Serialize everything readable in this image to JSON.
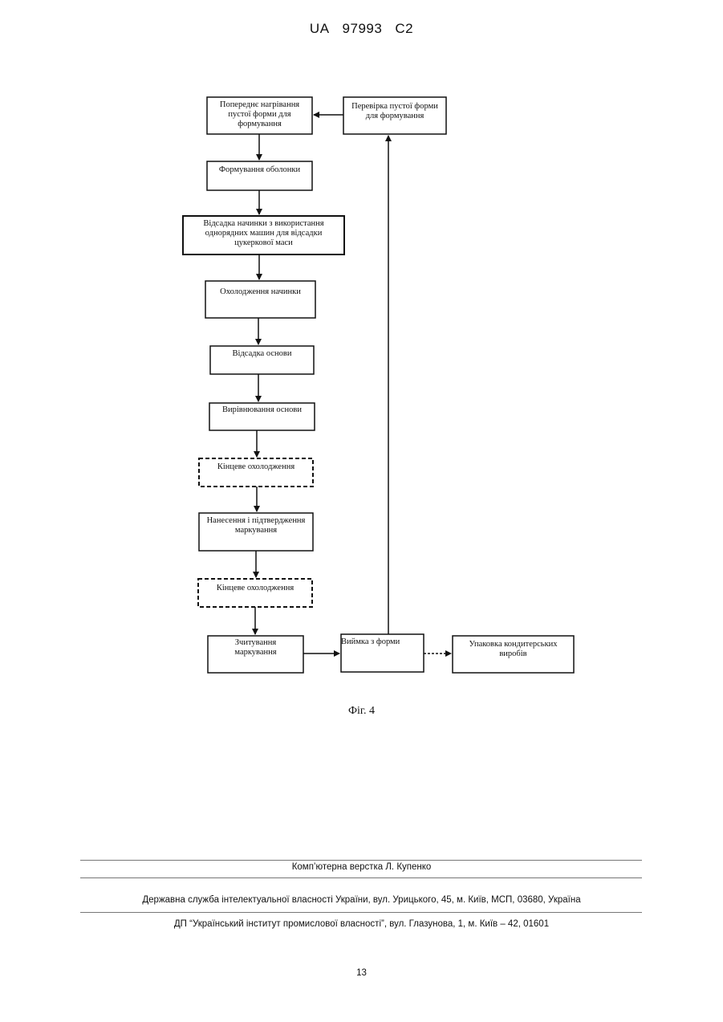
{
  "header": {
    "country": "UA",
    "number": "97993",
    "kind": "C2"
  },
  "flowchart": {
    "boxes": {
      "preheat": "Попереднє нагрівання\nпустої форми для\nформування",
      "check_empty": "Перевірка пустої форми\nдля формування",
      "shell": "Формування оболонки",
      "filling": "Відсадка начинки з використання\nоднорядних машин для відсадки\nцукеркової маси",
      "cool_filling": "Охолодження начинки",
      "base": "Відсадка основи",
      "level_base": "Вирівнювання основи",
      "final_cool_1": "Кінцеве охолодження",
      "marking": "Нанесення і підтвердження\nмаркування",
      "final_cool_2": "Кінцеве охолодження",
      "read_marking": "Зчитування\nмаркування",
      "demold": "Виймка з форми",
      "packaging": "Упаковка кондитерських\nвиробів"
    },
    "figure_label": "Фіг. 4"
  },
  "footer": {
    "typesetting": "Комп’ютерна верстка Л. Купенко",
    "office": "Державна служба інтелектуальної власності України, вул. Урицького, 45, м. Київ, МСП, 03680, Україна",
    "institute": "ДП “Український інститут промислової власності”, вул. Глазунова, 1, м. Київ – 42, 01601",
    "page_number": "13"
  }
}
